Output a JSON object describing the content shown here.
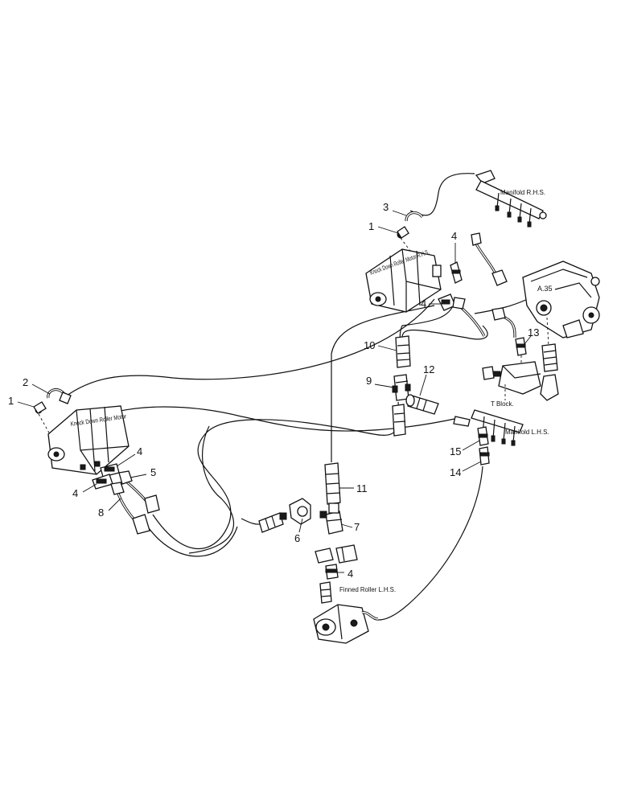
{
  "labels": {
    "manifold_rhs": "Manifold R.H.S.",
    "manifold_lhs": "Manifold L.H.S.",
    "knock_down_rhs": "Knock Down Roller Motor R.H.S.",
    "knock_down_lhs": "Knock Down Roller Motor",
    "finned_roller": "Finned Roller L.H.S.",
    "t_block": "T Block.",
    "a35": "A.35"
  },
  "callouts": {
    "c1_top": "1",
    "c3": "3",
    "c4_top": "4",
    "c4_mid": "4",
    "c2": "2",
    "c1_left": "1",
    "c4_left_a": "4",
    "c5": "5",
    "c4_left_b": "4",
    "c8": "8",
    "c10": "10",
    "c9": "9",
    "c12": "12",
    "c13": "13",
    "c11": "11",
    "c15": "15",
    "c14": "14",
    "c6": "6",
    "c7": "7",
    "c4_bottom": "4"
  }
}
